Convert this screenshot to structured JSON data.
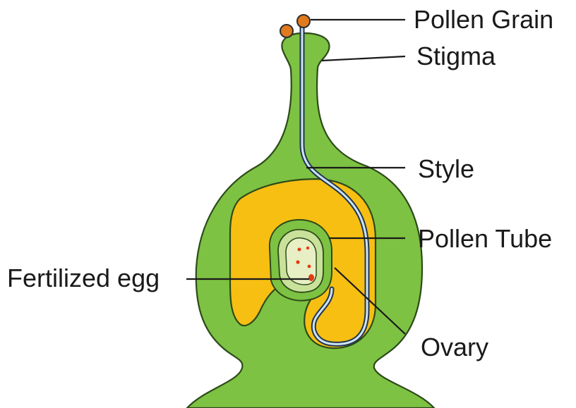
{
  "labels": {
    "pollen_grain": "Pollen Grain",
    "stigma": "Stigma",
    "style": "Style",
    "pollen_tube": "Pollen Tube",
    "fertilized_egg": "Fertilized egg",
    "ovary": "Ovary"
  },
  "colors": {
    "pistil_green": "#7dc242",
    "outline": "#2d4a1a",
    "ovary_yellow": "#f7bf12",
    "ovule_light": "#c9e19a",
    "ovule_inner": "#e9efc4",
    "pollen_grain": "#e07a1f",
    "tube_fill": "#cfe3f2",
    "dot_red": "#e23a12"
  }
}
